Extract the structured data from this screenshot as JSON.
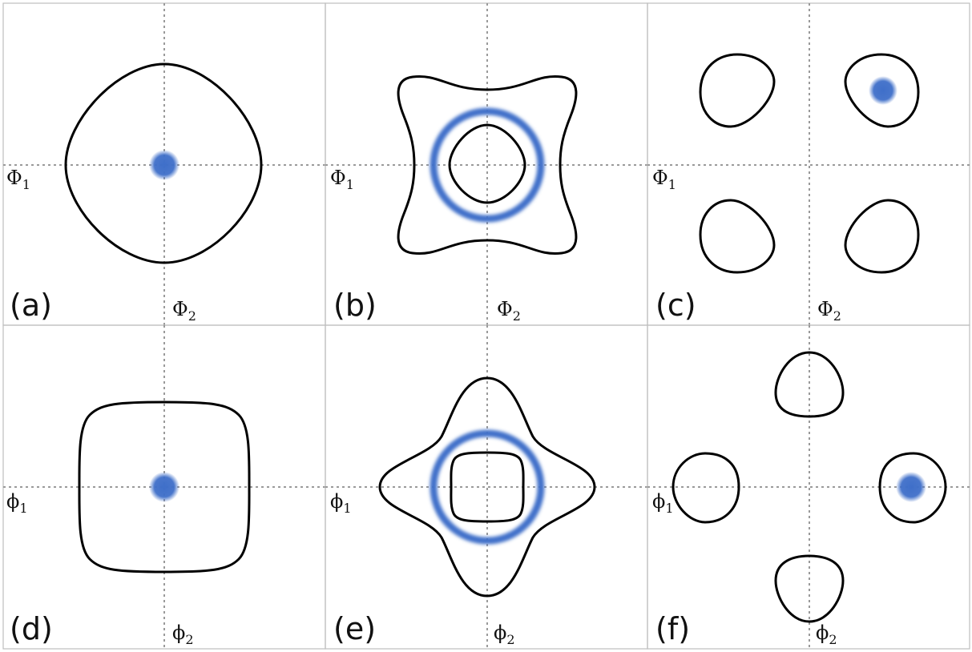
{
  "colors": {
    "accent": "#3f6fc9",
    "contour": "#000000",
    "axis": "#9a9a9a"
  },
  "panels": [
    {
      "id": "a",
      "label": "(a)",
      "x_label": "Φ",
      "x_sub": "1",
      "y_label": "Φ",
      "y_sub": "2",
      "type": "single-well"
    },
    {
      "id": "b",
      "label": "(b)",
      "x_label": "Φ",
      "x_sub": "1",
      "y_label": "Φ",
      "y_sub": "2",
      "type": "ring"
    },
    {
      "id": "c",
      "label": "(c)",
      "x_label": "Φ",
      "x_sub": "1",
      "y_label": "Φ",
      "y_sub": "2",
      "type": "four-wells-diagonal"
    },
    {
      "id": "d",
      "label": "(d)",
      "x_label": "ϕ",
      "x_sub": "1",
      "y_label": "ϕ",
      "y_sub": "2",
      "type": "single-well"
    },
    {
      "id": "e",
      "label": "(e)",
      "x_label": "ϕ",
      "x_sub": "1",
      "y_label": "ϕ",
      "y_sub": "2",
      "type": "ring"
    },
    {
      "id": "f",
      "label": "(f)",
      "x_label": "ϕ",
      "x_sub": "1",
      "y_label": "ϕ",
      "y_sub": "2",
      "type": "four-wells-axial"
    }
  ]
}
